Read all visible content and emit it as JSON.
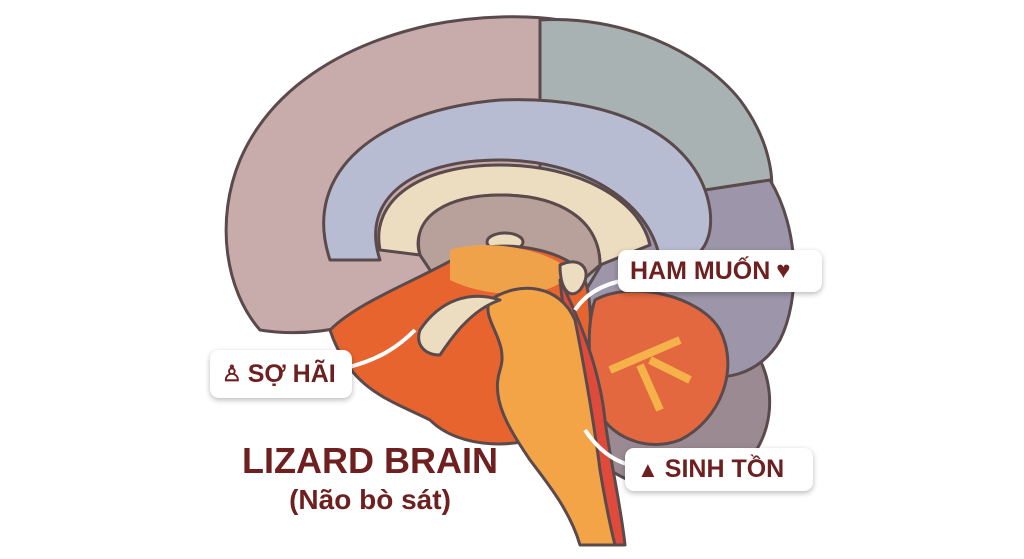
{
  "title": "LIZARD BRAIN",
  "subtitle": "(Não bò sát)",
  "labels": {
    "fear": {
      "text": "SỢ HÃI",
      "icon": "fearful-person-icon"
    },
    "desire": {
      "text": "HAM MUỐN",
      "icon": "heart-icon"
    },
    "survival": {
      "text": "SINH TỒN",
      "icon": "fire-survival-icon"
    }
  },
  "colors": {
    "text": "#6e1f1f",
    "outline": "#5b4a4c",
    "frontal": "#c8acac",
    "parietal": "#a8b2b2",
    "occipital": "#9d95a9",
    "band": "#b8bcd3",
    "cream": "#ecdcc0",
    "inner": "#b9a19b",
    "brainstem": "#f2a446",
    "limbic": "#e8642f",
    "cerebellum": "#e4683f",
    "red": "#e04a3a"
  }
}
